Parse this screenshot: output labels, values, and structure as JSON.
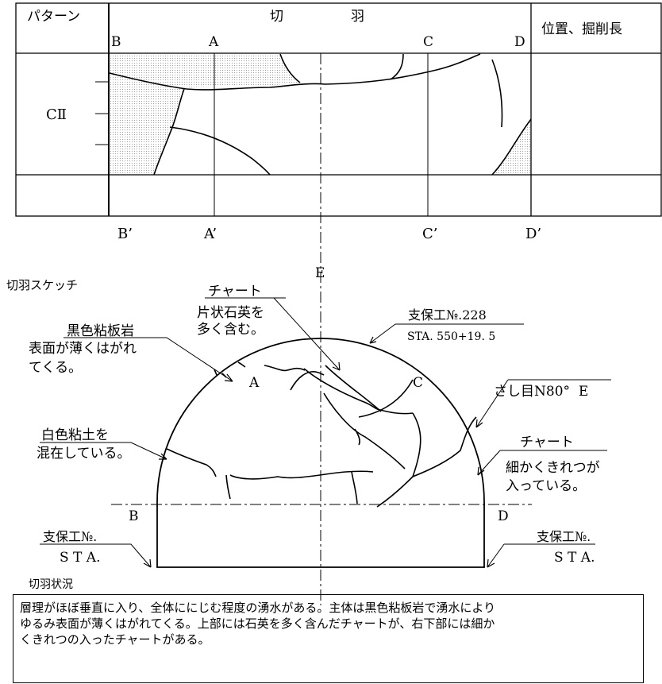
{
  "table": {
    "header_pattern": "パターン",
    "header_face_1": "切",
    "header_face_2": "羽",
    "header_position": "位置、掘削長",
    "pattern_value": "CⅡ",
    "col_labels_top": [
      "B",
      "A",
      "C",
      "D"
    ],
    "col_labels_bottom": [
      "B’",
      "A’",
      "C’",
      "D’"
    ]
  },
  "sketch": {
    "title": "切羽スケッチ",
    "axis_label": "E",
    "points": [
      "A",
      "B",
      "C",
      "D"
    ],
    "notes": {
      "black_slate_title": "黒色粘板岩",
      "black_slate_line1": "表面が薄くはがれ",
      "black_slate_line2": "てくる。",
      "chert_top_title": "チャート",
      "chert_top_line1": "片状石英を",
      "chert_top_line2": "多く含む。",
      "support_top_title": "支保工№.228",
      "support_top_sta": "STA. 550+19. 5",
      "white_clay_title": "白色粘土を",
      "white_clay_line1": "混在している。",
      "dip_note": "さし目N80°  E",
      "chert_right_title": "チャート",
      "chert_right_line1": "細かくきれつが",
      "chert_right_line2": "入っている。",
      "support_left_title": "支保工№.",
      "support_left_sta": "S T A.",
      "support_right_title": "支保工№.",
      "support_right_sta": "S T A."
    }
  },
  "status": {
    "title": "切羽状況",
    "lines": [
      "層理がほぼ垂直に入り、全体ににじむ程度の湧水がある。主体は黒色粘板岩で湧水により",
      "ゆるみ表面が薄くはがれてくる。上部には石英を多く含んだチャートが、右下部には細か",
      "くきれつの入ったチャートがある。"
    ]
  }
}
